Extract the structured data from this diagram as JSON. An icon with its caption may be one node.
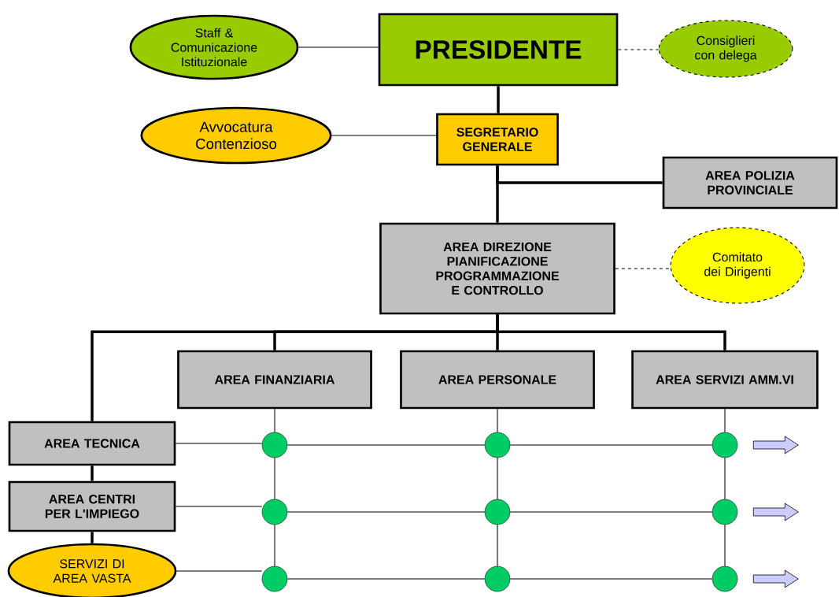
{
  "diagram": {
    "nodes": [
      {
        "text": [
          "Staff & Comunicazione Istituzionale"
        ]
      },
      {
        "text": [
          "PRESIDENTE"
        ]
      },
      {
        "text": [
          "Consiglieri con delega"
        ]
      },
      {
        "text": [
          "Avvocatura Contenzioso"
        ]
      },
      {
        "text": [
          "SEGRETARIO GENERALE"
        ]
      },
      {
        "text": [
          "AREA POLIZIA PROVINCIALE"
        ]
      },
      {
        "text": [
          "AREA DIREZIONE PIANIFICAZIONE PROGRAMMAZIONE E CONTROLLO"
        ]
      },
      {
        "text": [
          "Comitato dei Dirigenti"
        ]
      },
      {
        "text": [
          "AREA FINANZIARIA"
        ]
      },
      {
        "text": [
          "AREA PERSONALE"
        ]
      },
      {
        "text": [
          "AREA SERVIZI AMM.VI"
        ]
      },
      {
        "text": [
          "AREA TECNICA"
        ]
      },
      {
        "text": [
          "AREA CENTRI PER L'IMPIEGO"
        ]
      },
      {
        "text": [
          "SERVIZI DI AREA VASTA"
        ]
      },
      {
        "text": [],
        "shape": "circle"
      },
      {
        "text": [],
        "shape": "circle"
      },
      {
        "text": [],
        "shape": "circle"
      },
      {
        "text": [],
        "shape": "circle"
      },
      {
        "text": [],
        "shape": "circle"
      },
      {
        "text": [],
        "shape": "circle"
      },
      {
        "text": [],
        "shape": "circle"
      },
      {
        "text": [],
        "shape": "circle"
      },
      {
        "text": [],
        "shape": "circle"
      }
    ],
    "edges": [
      {
        "from": 0,
        "to": 1,
        "arrow": "none"
      },
      {
        "from": 1,
        "to": 2,
        "arrow": "none",
        "style": "dashed"
      },
      {
        "from": 1,
        "to": 4,
        "arrow": "none",
        "style": "thick"
      },
      {
        "from": 3,
        "to": 4,
        "arrow": "none"
      },
      {
        "from": 4,
        "to": 6,
        "arrow": "none",
        "style": "thick"
      },
      {
        "from": 4,
        "to": 5,
        "arrow": "none",
        "style": "thick"
      },
      {
        "from": 6,
        "to": 7,
        "arrow": "none",
        "style": "dashed"
      },
      {
        "from": 6,
        "to": 8,
        "arrow": "none",
        "style": "thick"
      },
      {
        "from": 6,
        "to": 9,
        "arrow": "none",
        "style": "thick"
      },
      {
        "from": 6,
        "to": 10,
        "arrow": "none",
        "style": "thick"
      },
      {
        "from": 6,
        "to": 11,
        "arrow": "none",
        "style": "thick"
      },
      {
        "from": 11,
        "to": 12,
        "arrow": "none",
        "style": "thick"
      },
      {
        "from": 12,
        "to": 13,
        "arrow": "none",
        "style": "thick"
      },
      {
        "from": 8,
        "to": 14,
        "arrow": "none"
      },
      {
        "from": 14,
        "to": 17,
        "arrow": "none"
      },
      {
        "from": 17,
        "to": 20,
        "arrow": "none"
      },
      {
        "from": 9,
        "to": 15,
        "arrow": "none"
      },
      {
        "from": 15,
        "to": 18,
        "arrow": "none"
      },
      {
        "from": 18,
        "to": 21,
        "arrow": "none"
      },
      {
        "from": 10,
        "to": 16,
        "arrow": "none"
      },
      {
        "from": 16,
        "to": 19,
        "arrow": "none"
      },
      {
        "from": 19,
        "to": 22,
        "arrow": "none"
      },
      {
        "from": 11,
        "to": 14,
        "arrow": "none"
      },
      {
        "from": 14,
        "to": 15,
        "arrow": "none"
      },
      {
        "from": 15,
        "to": 16,
        "arrow": "none"
      },
      {
        "from": 12,
        "to": 17,
        "arrow": "none"
      },
      {
        "from": 17,
        "to": 18,
        "arrow": "none"
      },
      {
        "from": 18,
        "to": 19,
        "arrow": "none"
      },
      {
        "from": 13,
        "to": 20,
        "arrow": "none"
      },
      {
        "from": 20,
        "to": 21,
        "arrow": "none"
      },
      {
        "from": 21,
        "to": 22,
        "arrow": "none"
      },
      {
        "from": 16,
        "to": null,
        "arrow": "to",
        "color": "#ccccff"
      },
      {
        "from": 19,
        "to": null,
        "arrow": "to",
        "color": "#ccccff"
      },
      {
        "from": 22,
        "to": null,
        "arrow": "to",
        "color": "#ccccff"
      }
    ]
  }
}
